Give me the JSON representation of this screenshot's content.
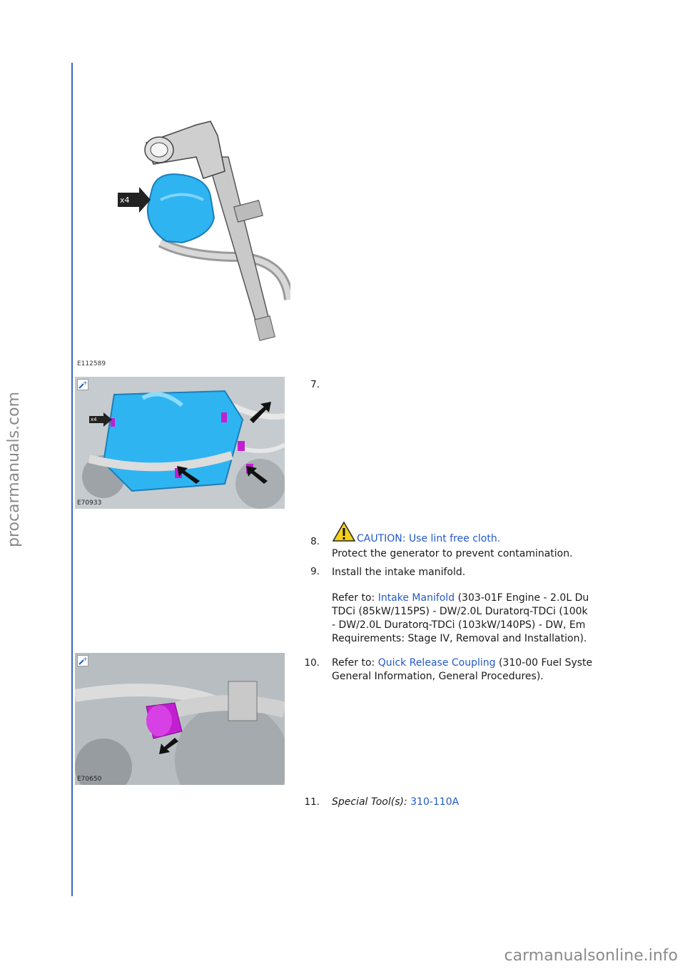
{
  "watermark_side": "procarmanuals.com",
  "watermark_footer": "carmanualsonline.info",
  "figures": {
    "fig1_code": "E112589",
    "fig2_code": "E70933",
    "fig3_code": "E70650",
    "fig1_label": "x4",
    "fig2_label": "x4"
  },
  "steps": [
    {
      "num": "7."
    },
    {
      "num": "8.",
      "caution": "CAUTION: Use lint free cloth.",
      "text": "Protect the generator to prevent contamination."
    },
    {
      "num": "9.",
      "text": "Install the intake manifold.",
      "refer_prefix": "Refer to: ",
      "refer_link": "Intake Manifold",
      "refer_line1": " (303-01F Engine - 2.0L Du",
      "refer_line2": "TDCi (85kW/115PS) - DW/2.0L Duratorq-TDCi (100k",
      "refer_line3": "- DW/2.0L Duratorq-TDCi (103kW/140PS) - DW, Em",
      "refer_line4": "Requirements: Stage IV, Removal and Installation)."
    },
    {
      "num": "10.",
      "refer_prefix": "Refer to: ",
      "refer_link": "Quick Release Coupling",
      "refer_line1": " (310-00 Fuel Syste",
      "refer_line2": "General Information, General Procedures)."
    },
    {
      "num": "11.",
      "tool_label": "Special Tool(s): ",
      "tool_link": "310-110A"
    }
  ],
  "colors": {
    "link": "#2459c7",
    "rule": "#3b63c9",
    "highlight_blue": "#2fb4f2",
    "highlight_magenta": "#c21fd0"
  }
}
